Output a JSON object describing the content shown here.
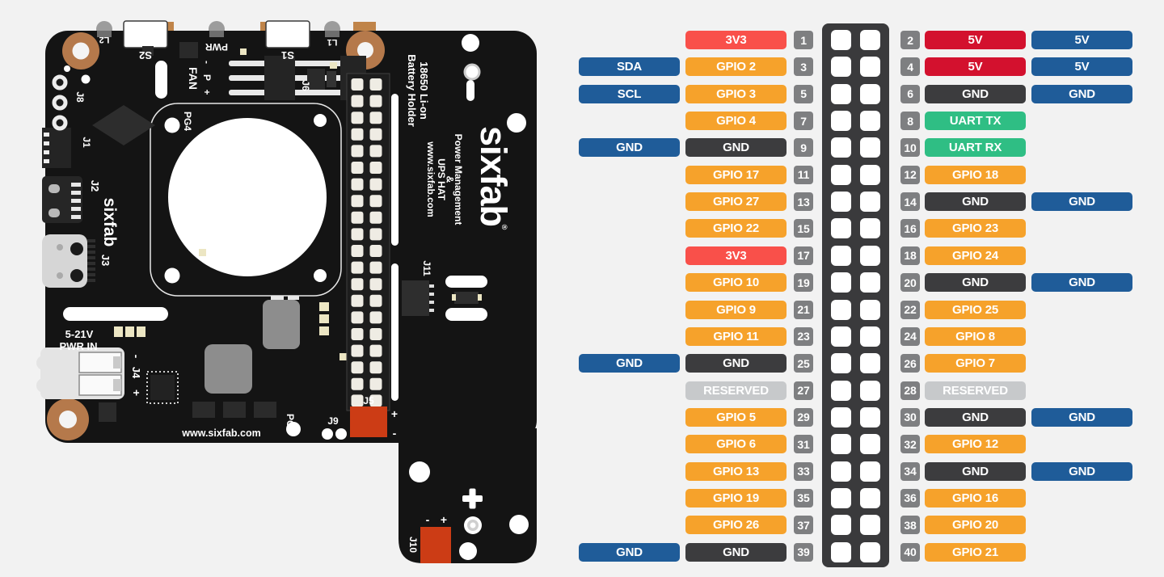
{
  "colors": {
    "v33": "#F9504A",
    "v5": "#D3112E",
    "gpio": "#F6A22B",
    "gnd": "#3C3C3E",
    "uart": "#2FBE84",
    "reserved": "#C7C9CB",
    "extra": "#1F5C99",
    "pin": "#7E7F81",
    "strip": "#3A3A3C",
    "square": "#FFFFFF",
    "board": "#141414",
    "copper": "#B5794B",
    "connector_orange": "#CC3C15",
    "bg": "#F2F2F2"
  },
  "board": {
    "led_l2": "L2",
    "btn_s2": "S2",
    "led_pwr": "PWR",
    "btn_s1": "S1",
    "led_l1": "L1",
    "fan": "FAN",
    "fan_p": "P",
    "minus": "-",
    "plus": "+",
    "j8": "J8",
    "j1": "J1",
    "j6": "J6",
    "j2": "J2",
    "j3": "J3",
    "j4": "J4",
    "j5": "J5",
    "j9": "J9",
    "j10": "J10",
    "j11": "J11",
    "pg3": "PG3",
    "pg4": "PG4",
    "pwr_in_line1": "5-21V",
    "pwr_in_line2": "PWR IN",
    "website": "www.sixfab.com",
    "logo_small": "sixfab",
    "logo_big": "sixfab",
    "reg_mark": "®",
    "title_line1": "Power Management",
    "title_line2": "&",
    "title_line3": "UPS HAT",
    "title_line4": "www.sixfab.com",
    "battery_line1": "18650 Li-on",
    "battery_line2": "Battery Holder"
  },
  "pinout": {
    "rows": [
      {
        "le": null,
        "ll": "3V3",
        "lt": "v33",
        "lp": 1,
        "rp": 2,
        "rl": "5V",
        "rt": "v5",
        "re": "5V"
      },
      {
        "le": "SDA",
        "ll": "GPIO 2",
        "lt": "gpio",
        "lp": 3,
        "rp": 4,
        "rl": "5V",
        "rt": "v5",
        "re": "5V"
      },
      {
        "le": "SCL",
        "ll": "GPIO 3",
        "lt": "gpio",
        "lp": 5,
        "rp": 6,
        "rl": "GND",
        "rt": "gnd",
        "re": "GND"
      },
      {
        "le": null,
        "ll": "GPIO 4",
        "lt": "gpio",
        "lp": 7,
        "rp": 8,
        "rl": "UART TX",
        "rt": "uart",
        "re": null
      },
      {
        "le": "GND",
        "ll": "GND",
        "lt": "gnd",
        "lp": 9,
        "rp": 10,
        "rl": "UART RX",
        "rt": "uart",
        "re": null
      },
      {
        "le": null,
        "ll": "GPIO 17",
        "lt": "gpio",
        "lp": 11,
        "rp": 12,
        "rl": "GPIO 18",
        "rt": "gpio",
        "re": null
      },
      {
        "le": null,
        "ll": "GPIO 27",
        "lt": "gpio",
        "lp": 13,
        "rp": 14,
        "rl": "GND",
        "rt": "gnd",
        "re": "GND"
      },
      {
        "le": null,
        "ll": "GPIO 22",
        "lt": "gpio",
        "lp": 15,
        "rp": 16,
        "rl": "GPIO 23",
        "rt": "gpio",
        "re": null
      },
      {
        "le": null,
        "ll": "3V3",
        "lt": "v33",
        "lp": 17,
        "rp": 18,
        "rl": "GPIO 24",
        "rt": "gpio",
        "re": null
      },
      {
        "le": null,
        "ll": "GPIO 10",
        "lt": "gpio",
        "lp": 19,
        "rp": 20,
        "rl": "GND",
        "rt": "gnd",
        "re": "GND"
      },
      {
        "le": null,
        "ll": "GPIO 9",
        "lt": "gpio",
        "lp": 21,
        "rp": 22,
        "rl": "GPIO 25",
        "rt": "gpio",
        "re": null
      },
      {
        "le": null,
        "ll": "GPIO 11",
        "lt": "gpio",
        "lp": 23,
        "rp": 24,
        "rl": "GPIO 8",
        "rt": "gpio",
        "re": null
      },
      {
        "le": "GND",
        "ll": "GND",
        "lt": "gnd",
        "lp": 25,
        "rp": 26,
        "rl": "GPIO 7",
        "rt": "gpio",
        "re": null
      },
      {
        "le": null,
        "ll": "RESERVED",
        "lt": "reserved",
        "lp": 27,
        "rp": 28,
        "rl": "RESERVED",
        "rt": "reserved",
        "re": null
      },
      {
        "le": null,
        "ll": "GPIO 5",
        "lt": "gpio",
        "lp": 29,
        "rp": 30,
        "rl": "GND",
        "rt": "gnd",
        "re": "GND"
      },
      {
        "le": null,
        "ll": "GPIO 6",
        "lt": "gpio",
        "lp": 31,
        "rp": 32,
        "rl": "GPIO 12",
        "rt": "gpio",
        "re": null
      },
      {
        "le": null,
        "ll": "GPIO 13",
        "lt": "gpio",
        "lp": 33,
        "rp": 34,
        "rl": "GND",
        "rt": "gnd",
        "re": "GND"
      },
      {
        "le": null,
        "ll": "GPIO 19",
        "lt": "gpio",
        "lp": 35,
        "rp": 36,
        "rl": "GPIO 16",
        "rt": "gpio",
        "re": null
      },
      {
        "le": null,
        "ll": "GPIO 26",
        "lt": "gpio",
        "lp": 37,
        "rp": 38,
        "rl": "GPIO 20",
        "rt": "gpio",
        "re": null
      },
      {
        "le": "GND",
        "ll": "GND",
        "lt": "gnd",
        "lp": 39,
        "rp": 40,
        "rl": "GPIO 21",
        "rt": "gpio",
        "re": null
      }
    ]
  }
}
